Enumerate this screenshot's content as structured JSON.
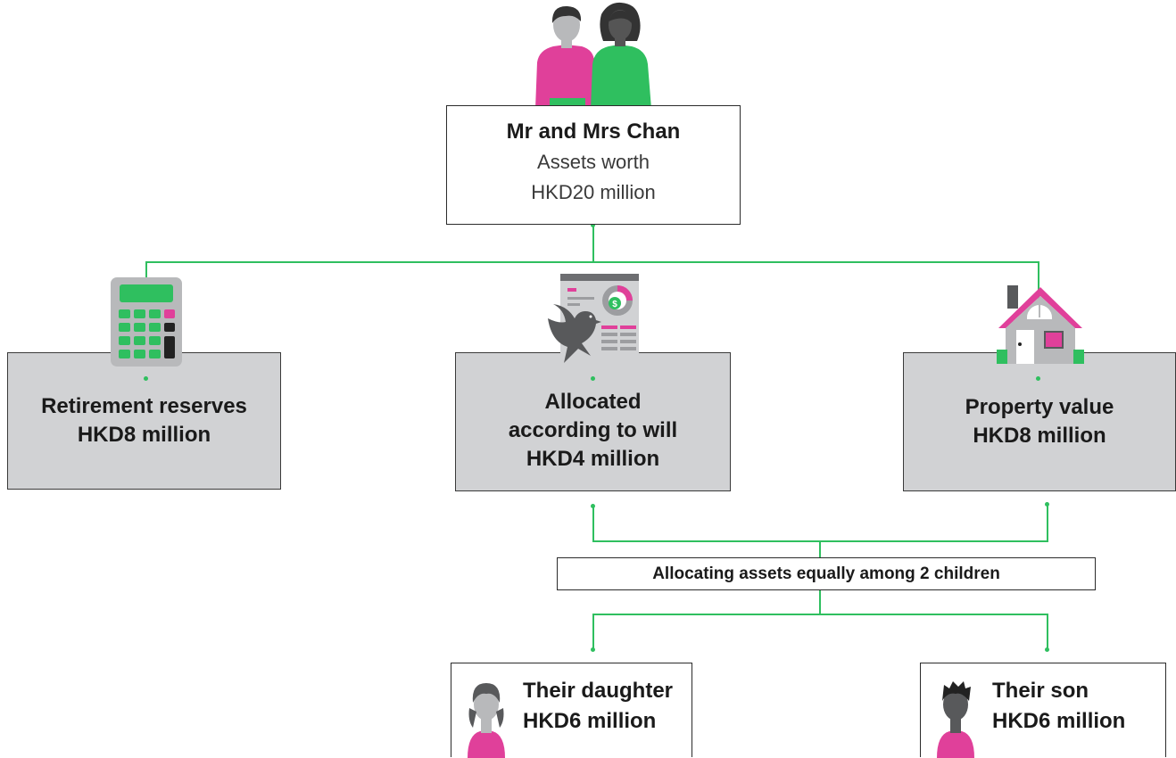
{
  "root": {
    "name": "Mr and Mrs Chan",
    "line1": "Assets worth",
    "line2": "HKD20 million",
    "icon": "couple-icon"
  },
  "categories": [
    {
      "line1": "Retirement reserves",
      "line2": "HKD8 million",
      "icon": "calculator-icon"
    },
    {
      "line1": "Allocated",
      "line2": "according to will",
      "line3": "HKD4 million",
      "icon": "will-document-dove-icon"
    },
    {
      "line1": "Property value",
      "line2": "HKD8 million",
      "icon": "house-icon"
    }
  ],
  "allocation": {
    "label": "Allocating assets equally among 2 children"
  },
  "children": [
    {
      "line1": "Their daughter",
      "line2": "HKD6 million",
      "icon": "girl-icon"
    },
    {
      "line1": "Their son",
      "line2": "HKD6 million",
      "icon": "boy-icon"
    }
  ],
  "colors": {
    "connector": "#2fbf5f",
    "pink": "#e0409a",
    "green": "#2fbf5f",
    "grey_box": "#d1d2d4"
  }
}
